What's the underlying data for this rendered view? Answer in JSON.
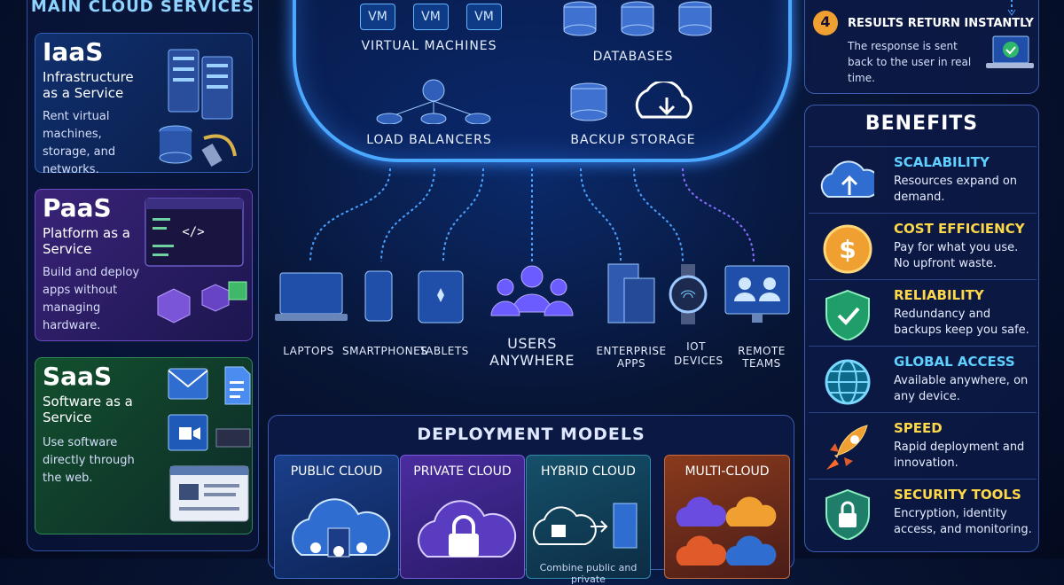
{
  "left": {
    "title": "MAIN CLOUD SERVICES",
    "services": [
      {
        "abbr": "IaaS",
        "full": "Infrastructure as a Service",
        "desc": "Rent virtual machines, storage, and networks."
      },
      {
        "abbr": "PaaS",
        "full": "Platform as a Service",
        "desc": "Build and deploy apps without managing hardware."
      },
      {
        "abbr": "SaaS",
        "full": "Software as a Service",
        "desc": "Use software directly through the web."
      }
    ]
  },
  "cloud": {
    "vm_label": "VM",
    "virtual_machines": "VIRTUAL MACHINES",
    "databases": "DATABASES",
    "load_balancers": "LOAD BALANCERS",
    "backup_storage": "BACKUP STORAGE"
  },
  "devices": [
    {
      "label": "LAPTOPS"
    },
    {
      "label": "SMARTPHONES"
    },
    {
      "label": "TABLETS"
    },
    {
      "label": "USERS ANYWHERE"
    },
    {
      "label": "ENTERPRISE APPS"
    },
    {
      "label": "IOT DEVICES"
    },
    {
      "label": "REMOTE TEAMS"
    }
  ],
  "deployment": {
    "title": "DEPLOYMENT MODELS",
    "models": [
      {
        "label": "PUBLIC CLOUD"
      },
      {
        "label": "PRIVATE CLOUD"
      },
      {
        "label": "HYBRID CLOUD",
        "caption": "Combine public and private"
      },
      {
        "label": "MULTI-CLOUD"
      }
    ]
  },
  "step": {
    "number": "4",
    "title": "RESULTS RETURN INSTANTLY",
    "desc": "The response is sent back to the user in real time."
  },
  "benefits": {
    "title": "BENEFITS",
    "items": [
      {
        "title": "SCALABILITY",
        "desc": "Resources expand on demand.",
        "color": "#5fd0ff",
        "icon": "cloud-upload-icon"
      },
      {
        "title": "COST EFFICIENCY",
        "desc": "Pay for what you use. No upfront waste.",
        "color": "#ffd84a",
        "icon": "dollar-coin-icon"
      },
      {
        "title": "RELIABILITY",
        "desc": "Redundancy and backups keep you safe.",
        "color": "#ffd84a",
        "icon": "shield-check-icon"
      },
      {
        "title": "GLOBAL ACCESS",
        "desc": "Available anywhere, on any device.",
        "color": "#5fd0ff",
        "icon": "globe-icon"
      },
      {
        "title": "SPEED",
        "desc": "Rapid deployment and innovation.",
        "color": "#ffd84a",
        "icon": "rocket-icon"
      },
      {
        "title": "SECURITY TOOLS",
        "desc": "Encryption, identity access, and monitoring.",
        "color": "#ffd84a",
        "icon": "shield-lock-icon"
      }
    ]
  }
}
